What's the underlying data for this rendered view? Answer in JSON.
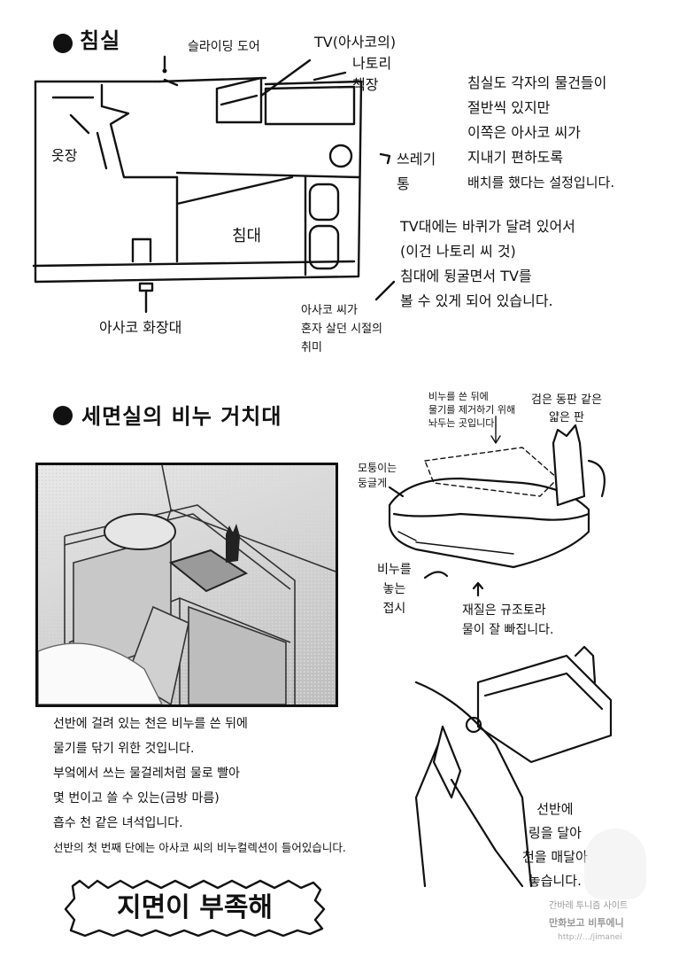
{
  "section1": {
    "title": "침실",
    "labels": {
      "sliding_door": "슬라이딩 도어",
      "tv": "TV(아사코의)",
      "bookshelf": "나토리\n책장",
      "wardrobe": "옷장",
      "trash": "쓰레기\n통",
      "bed": "침대",
      "vanity": "아사코 화장대",
      "hobby": "아사코 씨가\n혼자 살던 시절의\n취미"
    },
    "note1": [
      "침실도 각자의 물건들이",
      "절반씩 있지만",
      "이쪽은 아사코 씨가",
      "지내기 편하도록",
      "배치를 했다는 설정입니다."
    ],
    "note2": [
      "TV대에는 바퀴가 달려 있어서",
      "(이건 나토리 씨 것)",
      "침대에 뒹굴면서 TV를",
      "볼 수 있게 되어 있습니다."
    ]
  },
  "section2": {
    "title": "세면실의 비누 거치대",
    "labels": {
      "drain_note": "비누를 쓴 뒤에\n물기를 제거하기 위해\n놔두는 곳입니다.",
      "plate_note": "검은 동판 같은\n얇은 판",
      "round_corner": "모퉁이는\n둥글게",
      "soap_plate": "비누를\n놓는\n접시",
      "material": "재질은 규조토라\n물이 잘 빠집니다.",
      "ring_note": "선반에\n링을 달아\n천을 매달아\n놓습니다."
    },
    "paragraph": [
      "선반에 걸려 있는 천은 비누를 쓴 뒤에",
      "물기를 닦기 위한 것입니다.",
      "부엌에서 쓰는 물걸레처럼 물로 빨아",
      "몇 번이고 쓸 수 있는(금방 마름)",
      "흡수 천 같은 녀석입니다.",
      "선반의 첫 번째 단에는 아사코 씨의 비누컬렉션이 들어있습니다."
    ],
    "banner": "지면이 부족해"
  },
  "watermark": {
    "line1": "간바레 투니즘 사이트",
    "line2": "만화보고 비투에니",
    "line3": "http://…/jimanei"
  }
}
